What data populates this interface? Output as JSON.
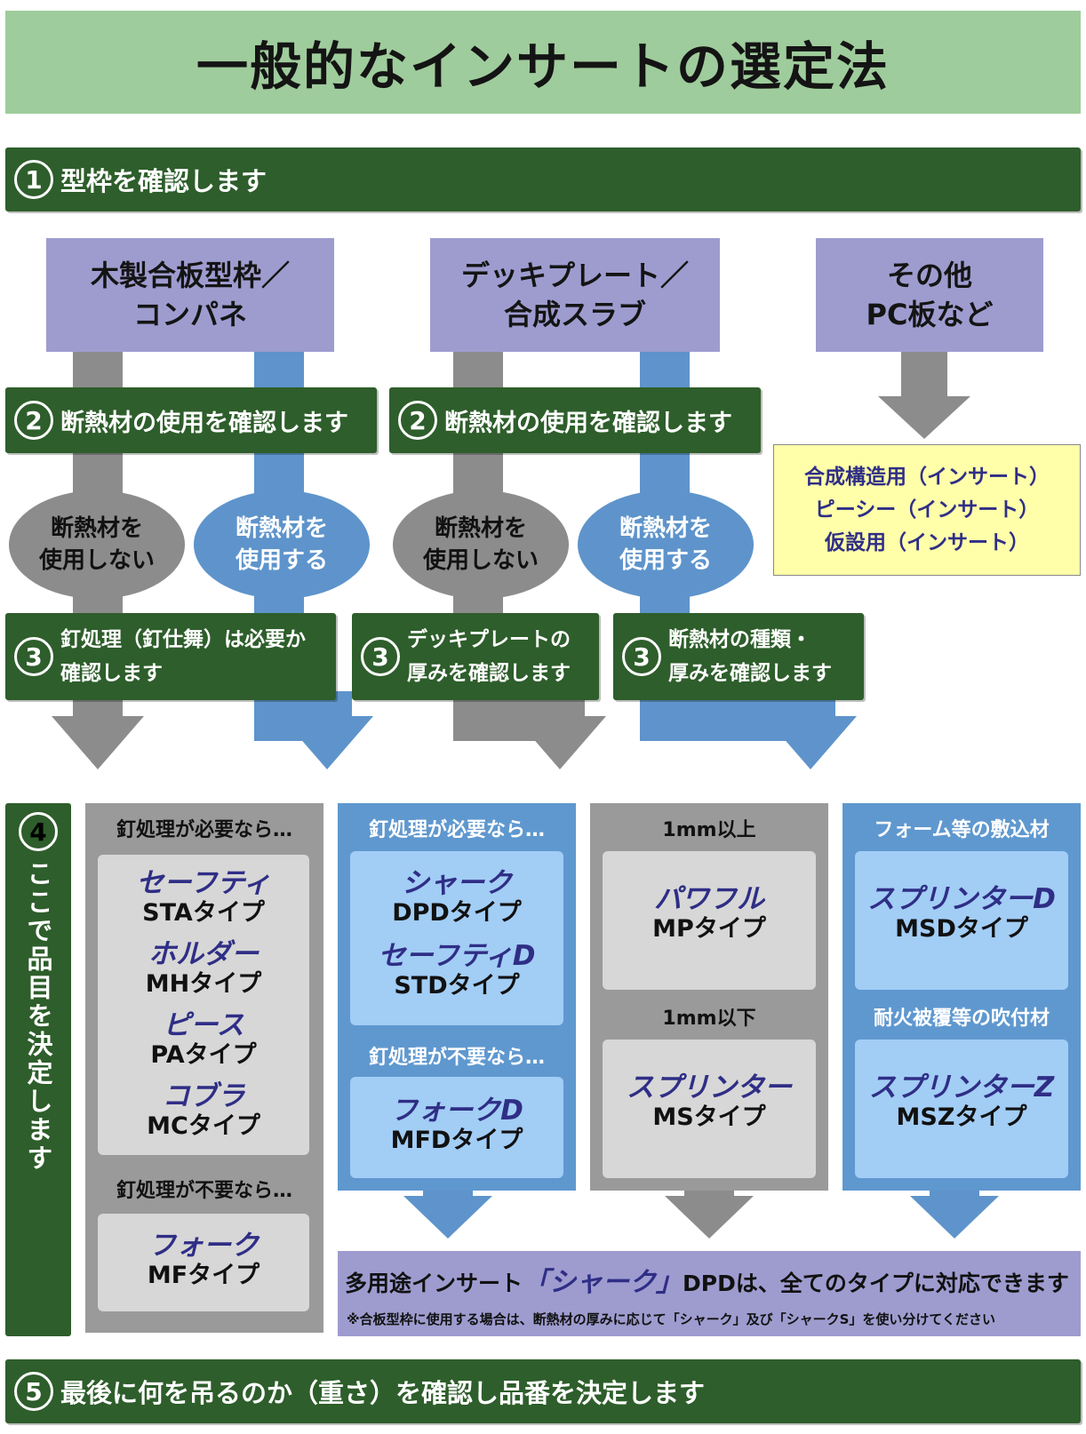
{
  "title": "一般的なインサートの選定法",
  "steps": {
    "step1": {
      "num": "1",
      "text": "型枠を確認します"
    },
    "step2a": {
      "num": "2",
      "text": "断熱材の使用を確認します"
    },
    "step2b": {
      "num": "2",
      "text": "断熱材の使用を確認します"
    },
    "step3a": {
      "num": "3",
      "text": "釘処理（釘仕舞）は必要か\n確認します"
    },
    "step3b": {
      "num": "3",
      "text": "デッキプレートの\n厚みを確認します"
    },
    "step3c": {
      "num": "3",
      "text": "断熱材の種類・\n厚みを確認します"
    },
    "step4": {
      "num": "4",
      "text": "ここで品目を決定します"
    },
    "step5": {
      "num": "5",
      "text": "最後に何を吊るのか（重さ）を確認し品番を決定します"
    }
  },
  "categories": [
    {
      "label": "木製合板型枠／\nコンパネ"
    },
    {
      "label": "デッキプレート／\n合成スラブ"
    },
    {
      "label": "その他\nPC板など"
    }
  ],
  "ovals": [
    {
      "label": "断熱材を\n使用しない"
    },
    {
      "label": "断熱材を\n使用する"
    },
    {
      "label": "断熱材を\n使用しない"
    },
    {
      "label": "断熱材を\n使用する"
    }
  ],
  "other_uses": [
    "合成構造用（インサート）",
    "ピーシー（インサート）",
    "仮設用（インサート）"
  ],
  "columns": {
    "col1": {
      "label1": "釘処理が必要なら…",
      "group1": [
        {
          "name": "セーフティ",
          "type": "STAタイプ"
        },
        {
          "name": "ホルダー",
          "type": "MHタイプ"
        },
        {
          "name": "ピース",
          "type": "PAタイプ"
        },
        {
          "name": "コブラ",
          "type": "MCタイプ"
        }
      ],
      "label2": "釘処理が不要なら…",
      "group2": [
        {
          "name": "フォーク",
          "type": "MFタイプ"
        }
      ]
    },
    "col2": {
      "label1": "釘処理が必要なら…",
      "group1": [
        {
          "name": "シャーク",
          "type": "DPDタイプ"
        },
        {
          "name": "セーフティD",
          "type": "STDタイプ"
        }
      ],
      "label2": "釘処理が不要なら…",
      "group2": [
        {
          "name": "フォークD",
          "type": "MFDタイプ"
        }
      ]
    },
    "col3": {
      "label1": "1mm以上",
      "group1": [
        {
          "name": "パワフル",
          "type": "MPタイプ"
        }
      ],
      "label2": "1mm以下",
      "group2": [
        {
          "name": "スプリンター",
          "type": "MSタイプ"
        }
      ]
    },
    "col4": {
      "label1": "フォーム等の敷込材",
      "group1": [
        {
          "name": "スプリンターD",
          "type": "MSDタイプ"
        }
      ],
      "label2": "耐火被覆等の吹付材",
      "group2": [
        {
          "name": "スプリンターZ",
          "type": "MSZタイプ"
        }
      ]
    }
  },
  "multipurpose": {
    "prefix": "多用途インサート",
    "highlight": "「シャーク」",
    "suffix": "DPDは、全てのタイプに対応できます",
    "note": "※合板型枠に使用する場合は、断熱材の厚みに応じて「シャーク」及び「シャークS」を使い分けてください"
  },
  "colors": {
    "dark_green": "#2e5e2b",
    "light_green": "#9fcc9c",
    "lavender": "#9e9ccf",
    "gray_arrow": "#8c8c8c",
    "blue_arrow": "#5e94cb",
    "navy_text": "#2f2e86",
    "pale_yellow": "#ffffa9"
  }
}
